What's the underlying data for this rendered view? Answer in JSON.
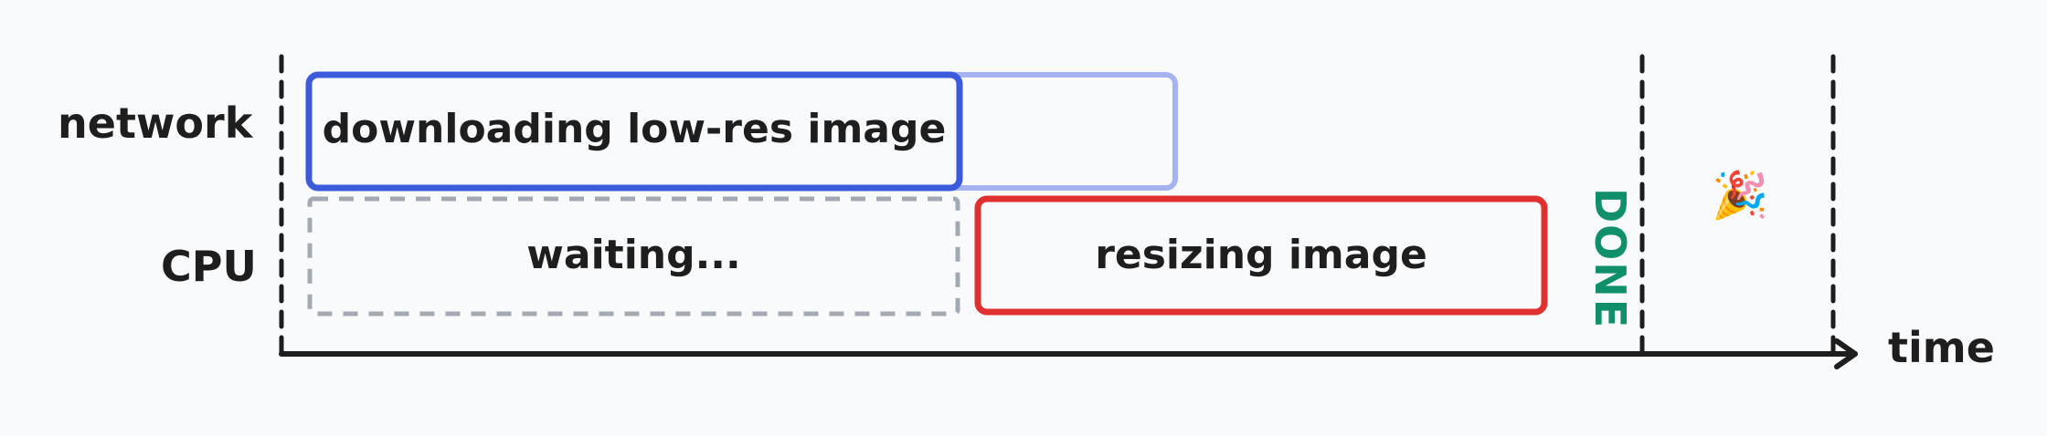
{
  "rows": {
    "network": "network",
    "cpu": "CPU"
  },
  "tasks": {
    "download": "downloading low-res image",
    "waiting": "waiting...",
    "resize": "resizing image"
  },
  "milestone": "DONE",
  "celebration_icon": "🎉",
  "axis_label": "time",
  "colors": {
    "network_primary": "#3b5bdb",
    "network_faded": "#a5b4f0",
    "waiting": "#a3a9b2",
    "cpu": "#e03131",
    "done": "#0f8f6a",
    "ink": "#1e1e1e"
  }
}
